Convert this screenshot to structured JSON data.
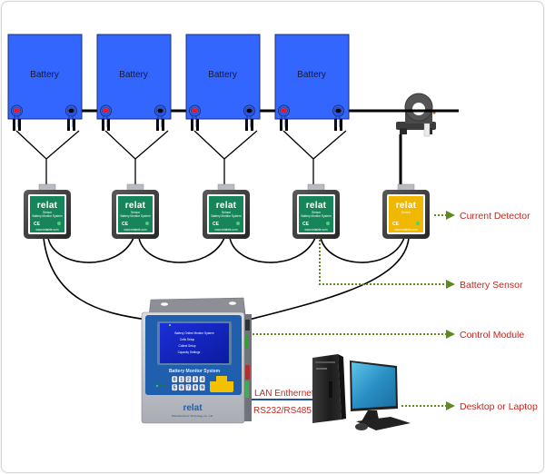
{
  "title": "Battery Monitoring System Topology",
  "batteries": [
    {
      "label": "Battery"
    },
    {
      "label": "Battery"
    },
    {
      "label": "Battery"
    },
    {
      "label": "Battery"
    }
  ],
  "sensors": [
    {
      "type": "battery-sensor",
      "logo": "relat",
      "line1": "Sensor",
      "line2": "Battery Monitor System",
      "mark": "CE",
      "website": "www.relatele.com"
    },
    {
      "type": "battery-sensor",
      "logo": "relat",
      "line1": "Sensor",
      "line2": "Battery Monitor System",
      "mark": "CE",
      "website": "www.relatele.com"
    },
    {
      "type": "battery-sensor",
      "logo": "relat",
      "line1": "Sensor",
      "line2": "Battery Monitor System",
      "mark": "CE",
      "website": "www.relatele.com"
    },
    {
      "type": "battery-sensor",
      "logo": "relat",
      "line1": "Sensor",
      "line2": "Battery Monitor System",
      "mark": "CE",
      "website": "www.relatele.com"
    },
    {
      "type": "current-sensor",
      "logo": "relat",
      "line1": "Sensor",
      "line2": "",
      "mark": "CE",
      "website": "www.relatele.com"
    }
  ],
  "control_module": {
    "screen_title": "Battery Online Monitor System",
    "screen_menu": [
      "Cells Setup",
      "Collect Setup",
      "Capacity Settings"
    ],
    "panel_label": "Battery Monitor System",
    "logo": "relat",
    "company": "Relat Electronic Technology Co., Ltd.",
    "keys_row1": [
      "0",
      "1",
      "2",
      "3",
      "4"
    ],
    "keys_row2": [
      "5",
      "6",
      "7",
      "8",
      "9"
    ]
  },
  "links": {
    "lan": "LAN Enthernet",
    "serial": "RS232/RS485"
  },
  "callouts": {
    "current_detector": "Current Detector",
    "battery_sensor": "Battery Sensor",
    "control_module": "Control Module",
    "desktop": "Desktop or Laptop"
  },
  "colors": {
    "battery_fill": "#3366ff",
    "battery_border": "#1b2f7a",
    "sensor_green": "#17855a",
    "sensor_yellow": "#f0b800",
    "callout_text": "#c0291f",
    "dotted_arrow": "#5f8a1f",
    "cable": "#000000",
    "panel_blue": "#1f5fae"
  }
}
